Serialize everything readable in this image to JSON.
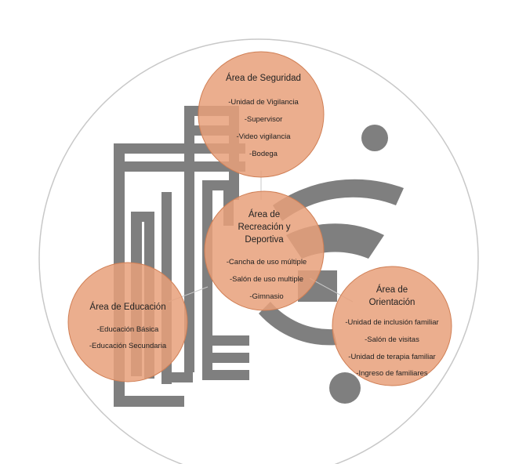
{
  "colors": {
    "bubble_fill": "#e8a07a",
    "bubble_stroke": "#d07f55",
    "shape_gray": "#7f7f7f",
    "outline": "#c8c8c8",
    "text": "#222222"
  },
  "areas": {
    "seguridad": {
      "title": [
        "Área de Seguridad"
      ],
      "items": [
        "-Unidad de Vigilancia",
        "-Supervisor",
        "-Video vigilancia",
        "-Bodega"
      ]
    },
    "recreacion": {
      "title": [
        "Área de",
        "Recreación y",
        "Deportiva"
      ],
      "items": [
        "-Cancha de uso múltiple",
        "-Salón de uso multiple",
        "-Gimnasio"
      ]
    },
    "educacion": {
      "title": [
        "Área de Educación"
      ],
      "items": [
        "-Educación Básica",
        "-Educación Secundaria"
      ]
    },
    "orientacion": {
      "title": [
        "Área de",
        "Orientación"
      ],
      "items": [
        "-Unidad de inclusión familiar",
        "-Salón de visitas",
        "-Unidad de terapia familiar",
        "-Ingreso de familiares"
      ]
    }
  }
}
